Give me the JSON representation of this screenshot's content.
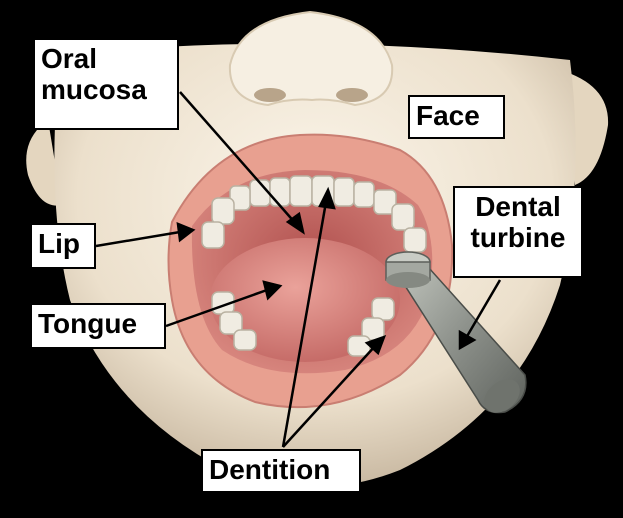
{
  "labels": {
    "oral_mucosa": "Oral\nmucosa",
    "face": "Face",
    "lip": "Lip",
    "tongue": "Tongue",
    "dental_turbine": "Dental\nturbine",
    "dentition": "Dentition"
  },
  "colors": {
    "background": "#000000",
    "skin": "#f2e8d8",
    "lip": "#e8a090",
    "mouth_interior": "#c86a66",
    "tongue": "#dc8a82",
    "teeth": "#f0ece2",
    "turbine": "#9a9e98"
  }
}
